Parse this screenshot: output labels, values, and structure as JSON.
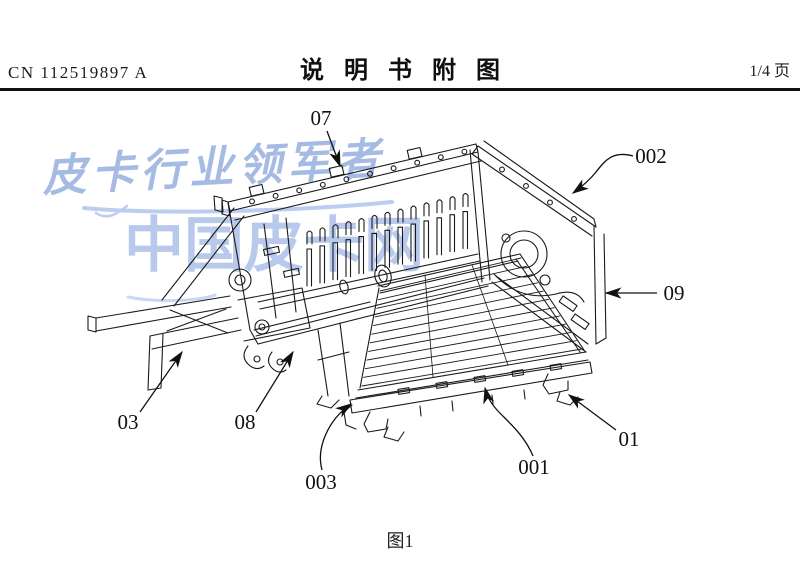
{
  "header": {
    "publication_number": "CN 112519897 A",
    "section_title": "说明书附图",
    "page_indicator": "1/4 页"
  },
  "watermark": {
    "script_text": "皮卡行业领军者",
    "brand_text": "中国皮卡网",
    "script_color": "#8fabdd",
    "brand_color": "#b0c2ea"
  },
  "figure": {
    "caption": "图1",
    "callouts": [
      {
        "label": "07"
      },
      {
        "label": "002"
      },
      {
        "label": "09"
      },
      {
        "label": "03"
      },
      {
        "label": "08"
      },
      {
        "label": "003"
      },
      {
        "label": "001"
      },
      {
        "label": "01"
      }
    ]
  }
}
